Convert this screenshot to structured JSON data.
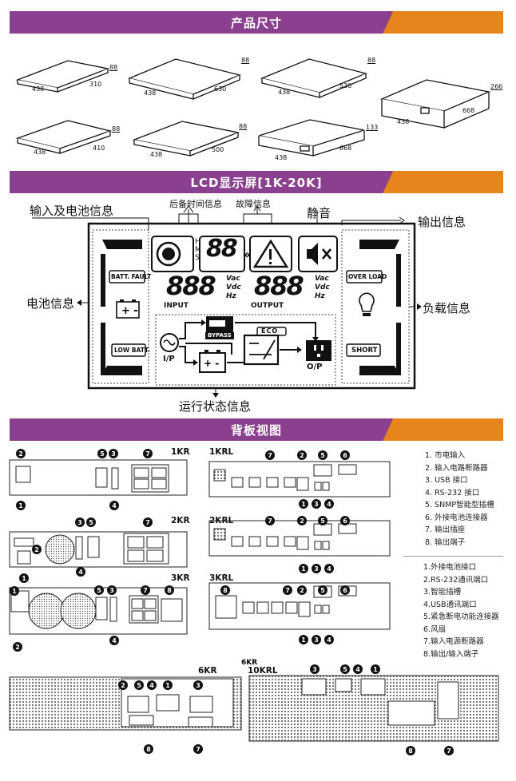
{
  "sections": {
    "dimensions_title": "产品尺寸",
    "lcd_title": "LCD显示屏[1K-20K]",
    "rear_title": "背板视图"
  },
  "dimension_boxes": [
    {
      "w": "438",
      "d": "310",
      "h": "88"
    },
    {
      "w": "438",
      "d": "630",
      "h": "88"
    },
    {
      "w": "438",
      "d": "530",
      "h": "88"
    },
    {
      "w": "438",
      "d": "668",
      "h": "266"
    },
    {
      "w": "438",
      "d": "410",
      "h": "88"
    },
    {
      "w": "438",
      "d": "500",
      "h": "88"
    },
    {
      "w": "438",
      "d": "668",
      "h": "133"
    }
  ],
  "lcd": {
    "labels": {
      "input_battery": "输入及电池信息",
      "backup_time": "后备时间信息",
      "fault": "故障信息",
      "mute": "静音",
      "output": "输出信息",
      "battery": "电池信息",
      "load": "负载信息",
      "status": "运行状态信息"
    },
    "panel": {
      "batt_fault": "BATT. FAULT",
      "low_batt": "LOW BATT.",
      "over_load": "OVER LOAD",
      "short": "SHORT",
      "input": "INPUT",
      "output": "OUTPUT",
      "vac": "Vac",
      "vdc": "Vdc",
      "hz": "Hz",
      "digits_in": "888",
      "digits_out": "888",
      "digits_time": "88",
      "hms": [
        "H",
        "M",
        "S"
      ],
      "bypass": "BYPASS",
      "eco": "ECO",
      "ip": "I/P",
      "op": "O/P"
    }
  },
  "rear": {
    "panels": [
      {
        "id": "1KR"
      },
      {
        "id": "1KRL"
      },
      {
        "id": "2KR"
      },
      {
        "id": "2KRL"
      },
      {
        "id": "3KR"
      },
      {
        "id": "3KRL"
      },
      {
        "id": "6KR"
      },
      {
        "id": "10KRL"
      }
    ],
    "legend_a": [
      "1. 市电输入",
      "2. 输入电路断路器",
      "3. USB 接口",
      "4. RS-232 接口",
      "5. SNMP智能型插槽",
      "6. 外接电池连接器",
      "7. 输出插座",
      "8. 输出端子"
    ],
    "legend_b": [
      "1.外接电池接口",
      "2.RS-232通讯端口",
      "3.智能插槽",
      "4.USB通讯端口",
      "5.紧急断电功能连接器",
      "6.风扇",
      "7.输入电源断路器",
      "8.输出/输入端子"
    ]
  }
}
